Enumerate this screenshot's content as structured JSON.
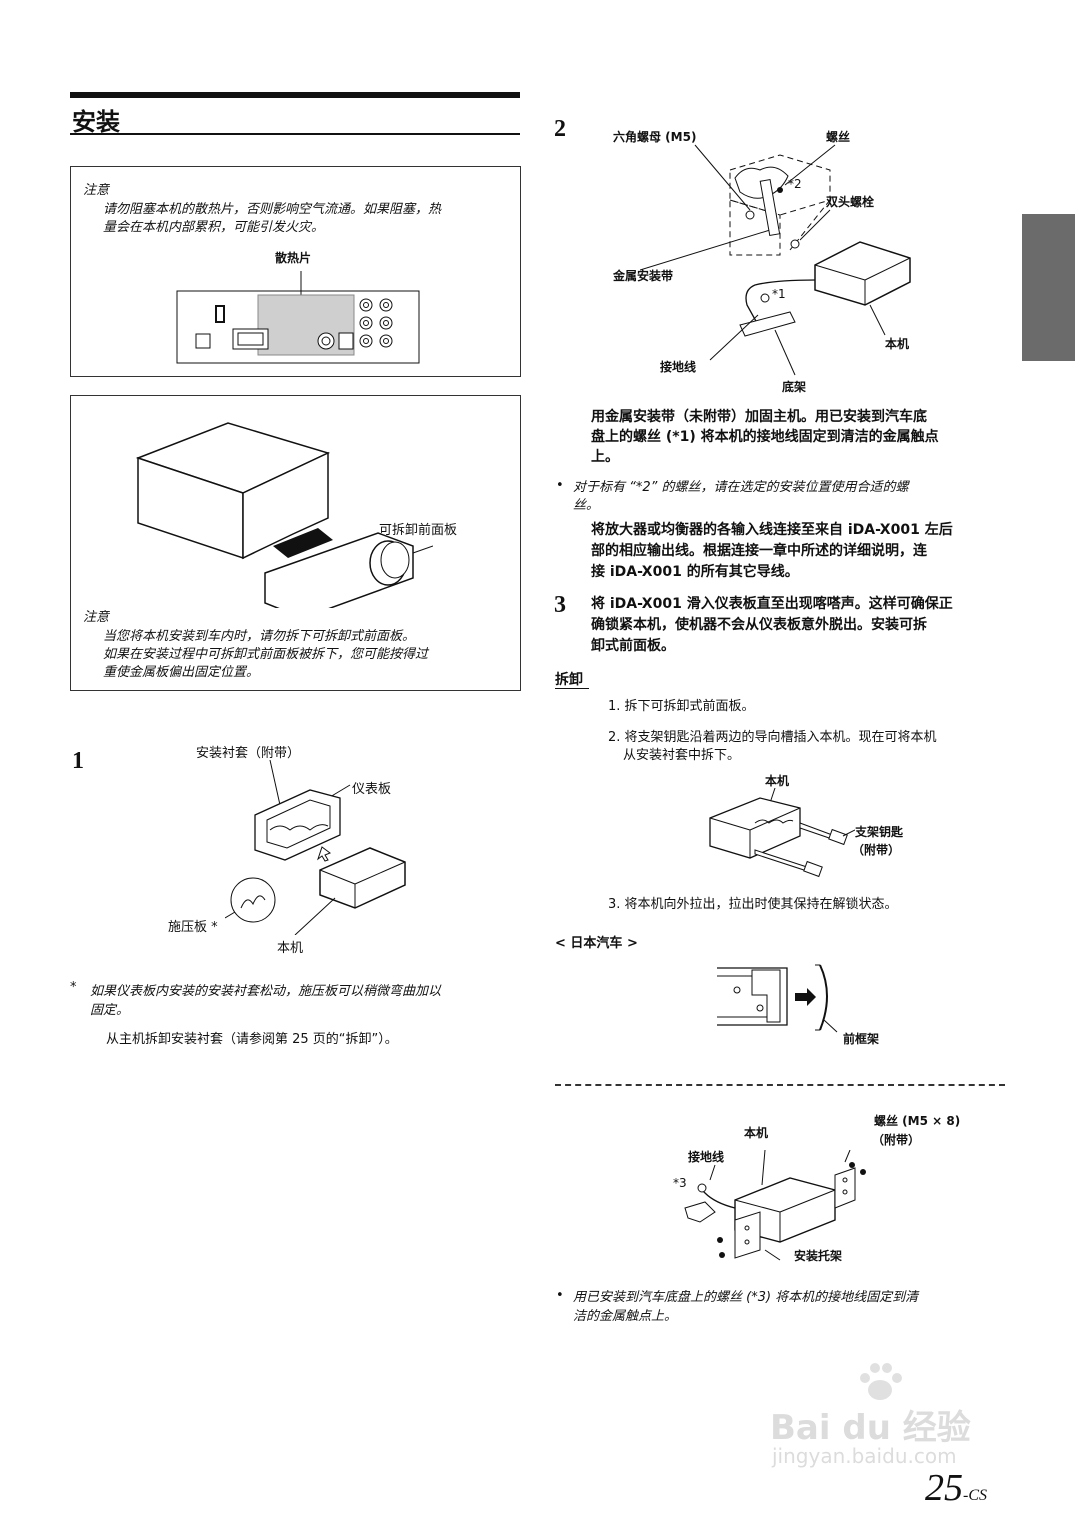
{
  "section": {
    "title": "安装"
  },
  "caution1": {
    "heading": "注意",
    "line1": "请勿阻塞本机的散热片，否则影响空气流通。如果阻塞，热",
    "line2": "量会在本机内部累积，可能引发火灾。",
    "heatsink_label": "散热片"
  },
  "panel_box": {
    "label": "可拆卸前面板",
    "heading": "注意",
    "line1": "当您将本机安装到车内时，请勿拆下可拆卸式前面板。",
    "line2": "如果在安装过程中可拆卸式前面板被拆下，您可能按得过",
    "line3": "重使金属板偏出固定位置。"
  },
  "step1": {
    "num": "1",
    "label_sleeve": "安装衬套（附带）",
    "label_dash": "仪表板",
    "label_plate": "施压板 *",
    "label_unit": "本机",
    "footnote_mark": "*",
    "footnote_line1": "如果仪表板内安装的安装衬套松动，施压板可以稍微弯曲加以",
    "footnote_line2": "固定。",
    "note": "从主机拆卸安装衬套（请参阅第 25 页的“拆卸”）。"
  },
  "step2": {
    "num": "2",
    "label_hexnut": "六角螺母 (M5)",
    "label_screw": "螺丝",
    "label_stud": "双头螺栓",
    "label_strap": "金属安装带",
    "label_unit": "本机",
    "label_ground": "接地线",
    "label_chassis": "底架",
    "mark1": "*1",
    "mark2": "*2",
    "para_line1": "用金属安装带（未附带）加固主机。用已安装到汽车底",
    "para_line2": "盘上的螺丝 (*1) 将本机的接地线固定到清洁的金属触点",
    "para_line3": "上。",
    "bullet_line1": "对于标有 “*2” 的螺丝，请在选定的安装位置使用合适的螺",
    "bullet_line2": "丝。",
    "para2_line1": "将放大器或均衡器的各输入线连接至来自 iDA-X001 左后",
    "para2_line2": "部的相应输出线。根据连接一章中所述的详细说明，连",
    "para2_line3": "接 iDA-X001 的所有其它导线。"
  },
  "step3": {
    "num": "3",
    "line1": "将 iDA-X001 滑入仪表板直至出现喀嗒声。这样可确保正",
    "line2": "确锁紧本机，使机器不会从仪表板意外脱出。安装可拆",
    "line3": "卸式前面板。"
  },
  "removal": {
    "heading": "拆卸",
    "item1": "1. 拆下可拆卸式前面板。",
    "item2_line1": "2. 将支架钥匙沿着两边的导向槽插入本机。现在可将本机",
    "item2_line2": "从安装衬套中拆下。",
    "label_unit": "本机",
    "label_key": "支架钥匙",
    "label_key_sub": "（附带）",
    "item3": "3. 将本机向外拉出，拉出时使其保持在解锁状态。"
  },
  "japan": {
    "heading": "< 日本汽车 >",
    "label_frame": "前框架"
  },
  "japan_install": {
    "label_screw": "螺丝 (M5 × 8)",
    "label_screw_sub": "（附带）",
    "label_unit": "本机",
    "label_ground": "接地线",
    "mark3": "*3",
    "label_bracket": "安装托架",
    "bullet_line1": "用已安装到汽车底盘上的螺丝 (*3) 将本机的接地线固定到清",
    "bullet_line2": "洁的金属触点上。"
  },
  "watermark": {
    "brand": "Bai du 经验",
    "url": "jingyan.baidu.com"
  },
  "page": {
    "number": "25",
    "suffix": "-CS"
  }
}
